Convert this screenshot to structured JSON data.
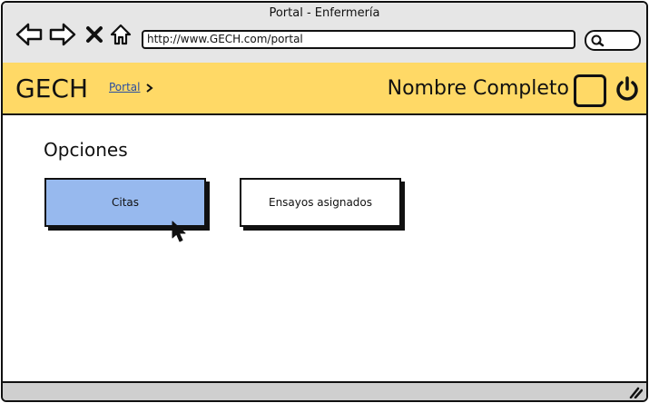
{
  "window": {
    "title": "Portal - Enfermería"
  },
  "browser": {
    "url": "http://www.GECH.com/portal",
    "icons": [
      "back-arrow-icon",
      "forward-arrow-icon",
      "close-x-icon",
      "home-icon",
      "search-icon"
    ]
  },
  "header": {
    "brand": "GECH",
    "breadcrumb": "Portal",
    "user_name": "Nombre Completo",
    "accent_color": "#ffd966"
  },
  "main": {
    "section_title": "Opciones",
    "options": [
      {
        "label": "Citas",
        "selected": true,
        "color": "#97b9ee"
      },
      {
        "label": "Ensayos asignados",
        "selected": false,
        "color": "#ffffff"
      }
    ]
  }
}
